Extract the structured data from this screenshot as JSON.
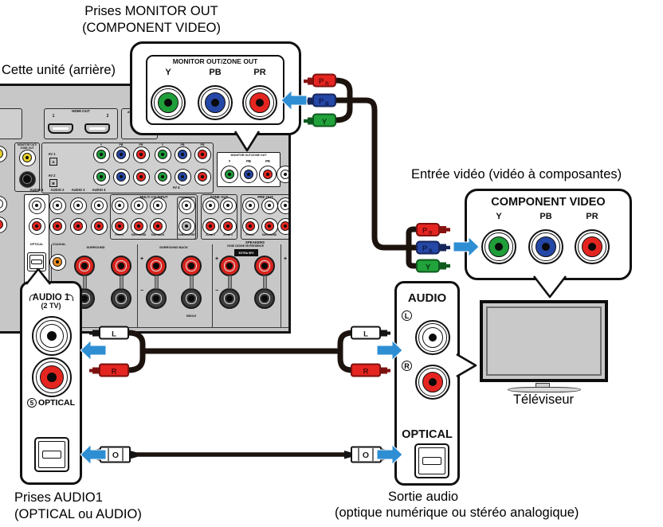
{
  "colors": {
    "jack_green": "#1f9e3a",
    "jack_blue": "#2547a6",
    "jack_red": "#e52520",
    "jack_yellow": "#e7cf2a",
    "coax_orange": "#ef8f1f",
    "arrow_blue": "#2e8ed3",
    "cable_black": "#1c130e",
    "panel_gray": "#c7c7c7"
  },
  "captions": {
    "monitor_out_title_line1": "Prises MONITOR OUT",
    "monitor_out_title_line2": "(COMPONENT VIDEO)",
    "unit_rear": "Cette unité (arrière)",
    "video_input": "Entrée vidéo (vidéo à composantes)",
    "tv": "Téléviseur",
    "audio1_line1": "Prises AUDIO1",
    "audio1_line2": "(OPTICAL ou AUDIO)",
    "audio_out_line1": "Sortie audio",
    "audio_out_line2": "(optique numérique ou stéréo analogique)"
  },
  "monitor_callout": {
    "title": "MONITOR OUT/ZONE OUT",
    "y": "Y",
    "pb_main": "P",
    "pb_sub": "B",
    "pr_main": "P",
    "pr_sub": "R"
  },
  "component_callout": {
    "title": "COMPONENT VIDEO",
    "y": "Y",
    "pb_main": "P",
    "pb_sub": "B",
    "pr_main": "P",
    "pr_sub": "R"
  },
  "audio_callout": {
    "title": "AUDIO",
    "left": "L",
    "right": "R",
    "optical": "OPTICAL"
  },
  "audio1_callout": {
    "title": "AUDIO 1",
    "subtitle": "(2 TV)",
    "optical_num": "5",
    "optical": "OPTICAL"
  },
  "plugs": {
    "p": "P",
    "sub_r": "R",
    "sub_b": "B",
    "y": "Y",
    "l": "L",
    "r": "R",
    "o": "O"
  },
  "rear_panel": {
    "hdmi_out": "HDMI OUT",
    "hdmi_1": "1",
    "hdmi_2": "2",
    "av1_top": "AV 1",
    "monitor_zone_1": "MONITOR OUT/",
    "monitor_zone_2": "ZONE OUT",
    "y": "Y",
    "pb": "PB",
    "pr": "PR",
    "av1": "AV 1",
    "av1_badge": "A",
    "av2": "AV 2",
    "av2_badge": "B",
    "av4": "AV 4",
    "monitor_box_title": "MONITOR OUT/ZONE OUT",
    "audio1": "AUDIO 1",
    "audio2": "AUDIO 2",
    "audio3": "AUDIO 3",
    "audio4": "AUDIO 4",
    "multi_ch": "MULTI CH INPUT",
    "center": "CENTER",
    "zone_out": "ZONE OUT",
    "pre_out": "PRE OUT",
    "optical": "OPTICAL",
    "coaxial": "COAXIAL",
    "front": "FRONT",
    "surround": "SURROUND",
    "sur_back": "SUR.BACK",
    "subwoofer": "SUBWOOFER",
    "zone2": "ZONE 2",
    "zone3": "ZONE 3",
    "speakers": "SPEAKERS",
    "sp_surround": "SURROUND",
    "sp_surround_back": "SURROUND BACK",
    "sp_zone": "ZONE 2/ZONE 3R.PRESENCE",
    "extra_sp2": "EXTRA SP2",
    "single": "SINGLE",
    "plus": "+",
    "minus": "−"
  }
}
